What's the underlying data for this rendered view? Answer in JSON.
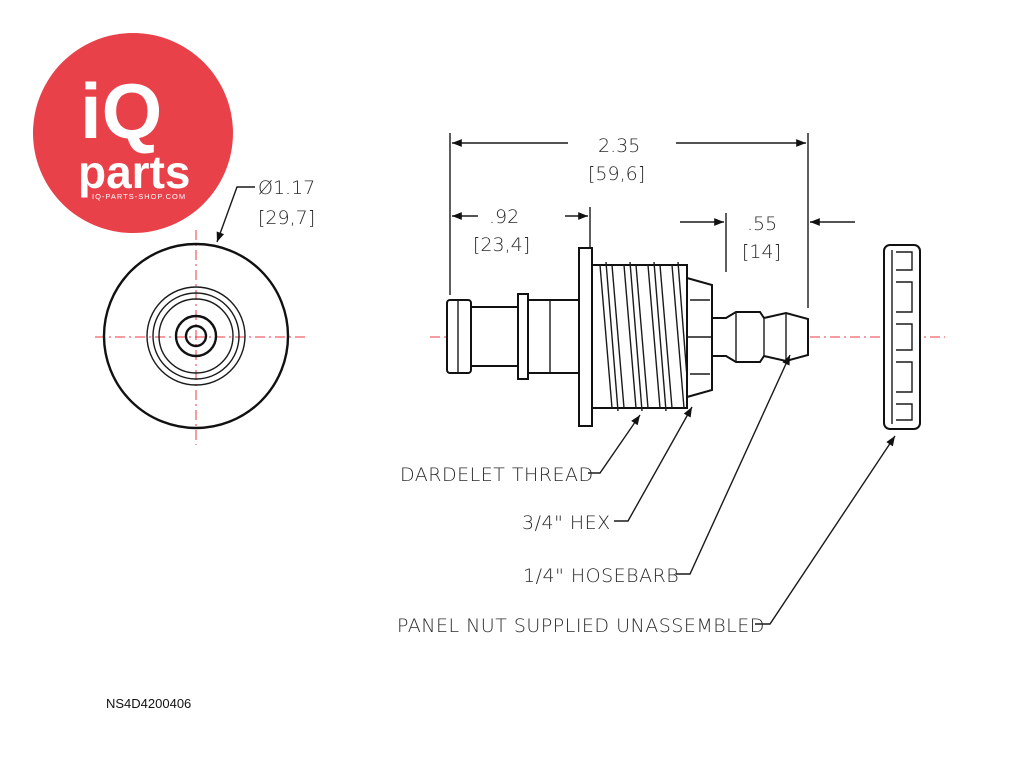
{
  "logo": {
    "line1": "iQ",
    "line2": "parts",
    "url": "IQ-PARTS-SHOP.COM",
    "color": "#e8414a"
  },
  "end_view": {
    "diameter_in": "Ø1.17",
    "diameter_mm": "[29,7]"
  },
  "dimensions": {
    "overall_in": "2.35",
    "overall_mm": "[59,6]",
    "left_in": ".92",
    "left_mm": "[23,4]",
    "barb_in": ".55",
    "barb_mm": "[14]"
  },
  "callouts": {
    "thread": "DARDELET THREAD",
    "hex": "3/4\" HEX",
    "hosebarb": "1/4\" HOSEBARB",
    "panel_nut": "PANEL NUT SUPPLIED UNASSEMBLED"
  },
  "part_number": "NS4D4200406",
  "colors": {
    "centerline": "#e8393f",
    "line": "#111111"
  }
}
